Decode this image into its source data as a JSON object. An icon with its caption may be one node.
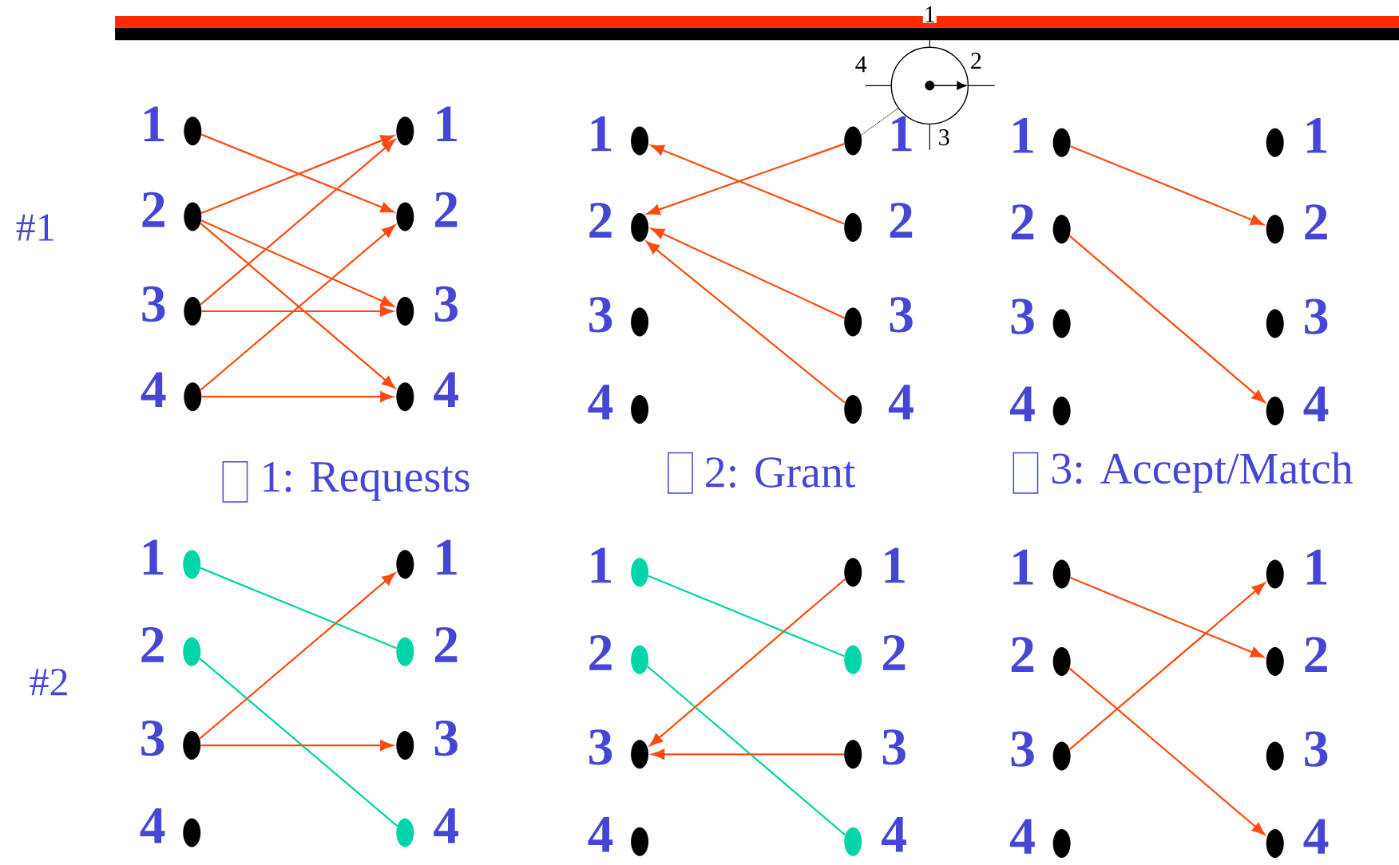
{
  "diagram": {
    "nodes": [
      {
        "text": [],
        "shape": "circle",
        "beside": [
          "1"
        ]
      },
      {
        "text": [],
        "shape": "circle",
        "beside": [
          "2"
        ]
      },
      {
        "text": [],
        "shape": "circle",
        "beside": [
          "3"
        ]
      },
      {
        "text": [],
        "shape": "circle",
        "beside": [
          "4"
        ]
      },
      {
        "text": [],
        "shape": "circle",
        "beside": [
          "1"
        ]
      },
      {
        "text": [],
        "shape": "circle",
        "beside": [
          "2"
        ]
      },
      {
        "text": [],
        "shape": "circle",
        "beside": [
          "3"
        ]
      },
      {
        "text": [],
        "shape": "circle",
        "beside": [
          "4"
        ]
      },
      {
        "text": [],
        "shape": "circle",
        "beside": [
          "1"
        ]
      },
      {
        "text": [],
        "shape": "circle",
        "beside": [
          "2"
        ]
      },
      {
        "text": [],
        "shape": "circle",
        "beside": [
          "3"
        ]
      },
      {
        "text": [],
        "shape": "circle",
        "beside": [
          "4"
        ]
      },
      {
        "text": [],
        "shape": "circle",
        "beside": [
          "1"
        ]
      },
      {
        "text": [],
        "shape": "circle",
        "beside": [
          "2"
        ]
      },
      {
        "text": [],
        "shape": "circle",
        "beside": [
          "3"
        ]
      },
      {
        "text": [],
        "shape": "circle",
        "beside": [
          "4"
        ]
      },
      {
        "text": [],
        "shape": "circle",
        "beside": [
          "1"
        ]
      },
      {
        "text": [],
        "shape": "circle",
        "beside": [
          "2"
        ]
      },
      {
        "text": [],
        "shape": "circle",
        "beside": [
          "3"
        ]
      },
      {
        "text": [],
        "shape": "circle",
        "beside": [
          "4"
        ]
      },
      {
        "text": [],
        "shape": "circle",
        "beside": [
          "1"
        ]
      },
      {
        "text": [],
        "shape": "circle",
        "beside": [
          "2"
        ]
      },
      {
        "text": [],
        "shape": "circle",
        "beside": [
          "3"
        ]
      },
      {
        "text": [],
        "shape": "circle",
        "beside": [
          "4"
        ]
      },
      {
        "text": [],
        "shape": "circle",
        "beside": [
          "1"
        ]
      },
      {
        "text": [],
        "shape": "circle",
        "beside": [
          "2"
        ]
      },
      {
        "text": [],
        "shape": "circle",
        "beside": [
          "3"
        ]
      },
      {
        "text": [],
        "shape": "circle",
        "beside": [
          "4"
        ]
      },
      {
        "text": [],
        "shape": "circle",
        "beside": [
          "1"
        ]
      },
      {
        "text": [],
        "shape": "circle",
        "beside": [
          "2"
        ]
      },
      {
        "text": [],
        "shape": "circle",
        "beside": [
          "3"
        ]
      },
      {
        "text": [],
        "shape": "circle",
        "beside": [
          "4"
        ]
      },
      {
        "text": [],
        "shape": "circle",
        "beside": [
          "1"
        ]
      },
      {
        "text": [],
        "shape": "circle",
        "beside": [
          "2"
        ]
      },
      {
        "text": [],
        "shape": "circle",
        "beside": [
          "3"
        ]
      },
      {
        "text": [],
        "shape": "circle",
        "beside": [
          "4"
        ]
      },
      {
        "text": [],
        "shape": "circle",
        "beside": [
          "1"
        ]
      },
      {
        "text": [],
        "shape": "circle",
        "beside": [
          "2"
        ]
      },
      {
        "text": [],
        "shape": "circle",
        "beside": [
          "3"
        ]
      },
      {
        "text": [],
        "shape": "circle",
        "beside": [
          "4"
        ]
      },
      {
        "text": [],
        "shape": "circle",
        "beside": [
          "1"
        ]
      },
      {
        "text": [],
        "shape": "circle",
        "beside": [
          "2"
        ]
      },
      {
        "text": [],
        "shape": "circle",
        "beside": [
          "3"
        ]
      },
      {
        "text": [],
        "shape": "circle",
        "beside": [
          "4"
        ]
      },
      {
        "text": [],
        "shape": "circle",
        "beside": [
          "1"
        ]
      },
      {
        "text": [],
        "shape": "circle",
        "beside": [
          "2"
        ]
      },
      {
        "text": [],
        "shape": "circle",
        "beside": [
          "3"
        ]
      },
      {
        "text": [],
        "shape": "circle",
        "beside": [
          "4"
        ]
      },
      {
        "text": [],
        "shape": "circle",
        "beside": [
          "1",
          "2",
          "3",
          "4"
        ]
      }
    ],
    "edges": [
      {
        "from": 0,
        "to": 5,
        "arrow": "to"
      },
      {
        "from": 1,
        "to": 4,
        "arrow": "to"
      },
      {
        "from": 1,
        "to": 6,
        "arrow": "to"
      },
      {
        "from": 1,
        "to": 7,
        "arrow": "to"
      },
      {
        "from": 2,
        "to": 4,
        "arrow": "to"
      },
      {
        "from": 2,
        "to": 6,
        "arrow": "to"
      },
      {
        "from": 3,
        "to": 5,
        "arrow": "to"
      },
      {
        "from": 3,
        "to": 7,
        "arrow": "to"
      },
      {
        "from": 12,
        "to": 9,
        "arrow": "to"
      },
      {
        "from": 13,
        "to": 8,
        "arrow": "to"
      },
      {
        "from": 14,
        "to": 9,
        "arrow": "to"
      },
      {
        "from": 15,
        "to": 9,
        "arrow": "to"
      },
      {
        "from": 16,
        "to": 21,
        "arrow": "to"
      },
      {
        "from": 17,
        "to": 23,
        "arrow": "to"
      },
      {
        "from": 24,
        "to": 29,
        "arrow": "none",
        "color": "#00d4a8"
      },
      {
        "from": 25,
        "to": 31,
        "arrow": "none",
        "color": "#00d4a8"
      },
      {
        "from": 26,
        "to": 28,
        "arrow": "to"
      },
      {
        "from": 26,
        "to": 30,
        "arrow": "to"
      },
      {
        "from": 32,
        "to": 37,
        "arrow": "none",
        "color": "#00d4a8"
      },
      {
        "from": 33,
        "to": 39,
        "arrow": "none",
        "color": "#00d4a8"
      },
      {
        "from": 36,
        "to": 34,
        "arrow": "to"
      },
      {
        "from": 38,
        "to": 34,
        "arrow": "to"
      },
      {
        "from": 40,
        "to": 45,
        "arrow": "to"
      },
      {
        "from": 41,
        "to": 47,
        "arrow": "to"
      },
      {
        "from": 42,
        "to": 44,
        "arrow": "to"
      },
      {
        "from": 48,
        "to": 12,
        "arrow": "none",
        "style": "dashed",
        "color": "#000000"
      }
    ],
    "labels": [
      "#1",
      "1: Requests",
      "2: Grant",
      "3: Accept/Match",
      "#2"
    ]
  }
}
